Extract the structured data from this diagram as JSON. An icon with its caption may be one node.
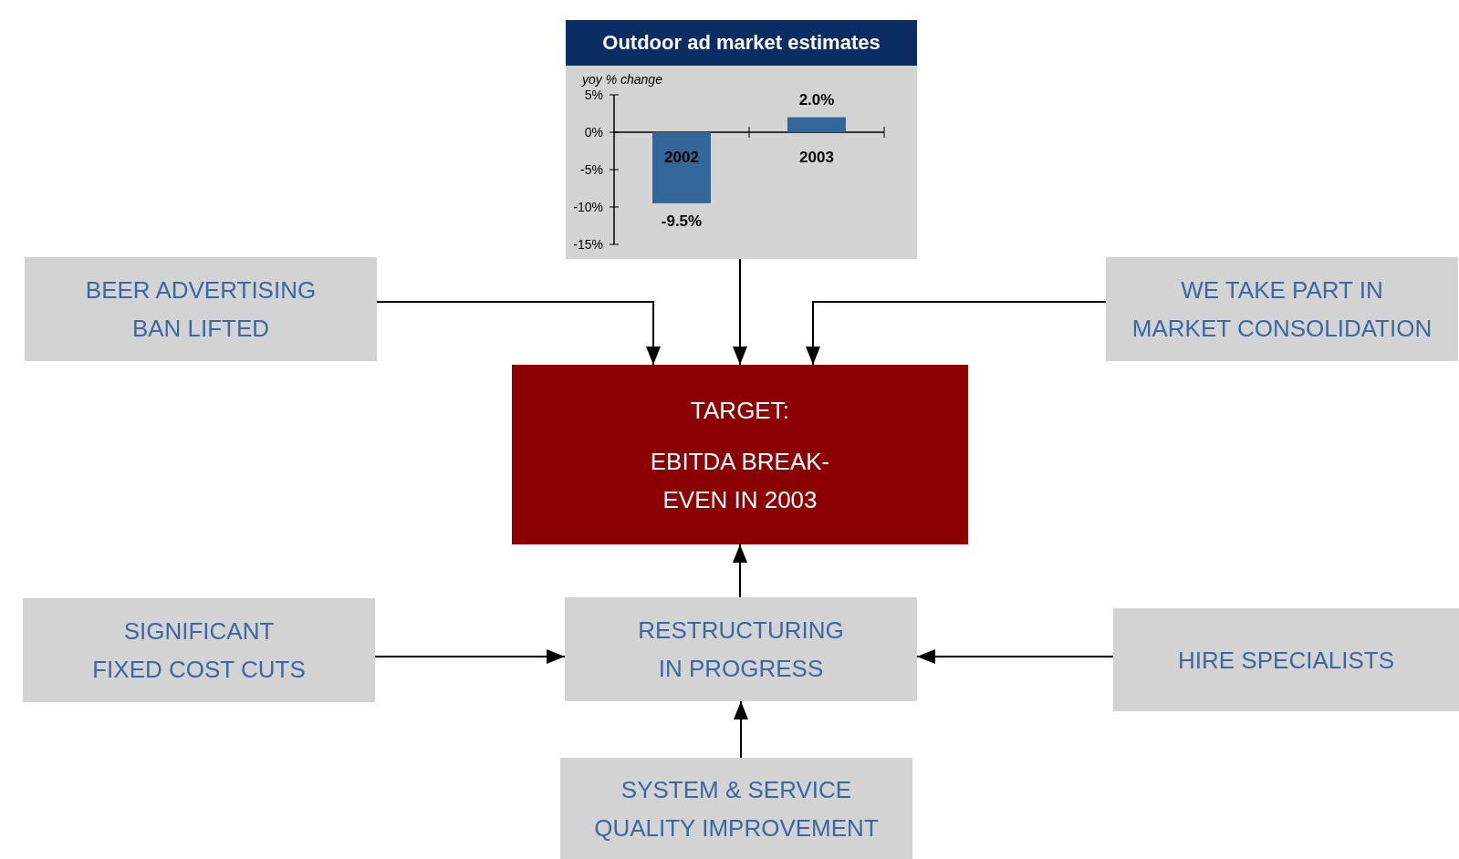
{
  "diagram": {
    "nodes": [
      {
        "text": [
          "Outdoor ad market estimates"
        ]
      },
      {
        "text": [
          "BEER ADVERTISING BAN LIFTED"
        ]
      },
      {
        "text": [
          "WE TAKE PART IN MARKET CONSOLIDATION"
        ]
      },
      {
        "text": [
          "TARGET:",
          "EBITDA BREAK-EVEN IN 2003"
        ]
      },
      {
        "text": [
          "SIGNIFICANT FIXED COST CUTS"
        ]
      },
      {
        "text": [
          "RESTRUCTURING IN PROGRESS"
        ]
      },
      {
        "text": [
          "HIRE SPECIALISTS"
        ]
      },
      {
        "text": [
          "SYSTEM & SERVICE QUALITY IMPROVEMENT"
        ]
      }
    ],
    "edges": [
      {
        "from": 1,
        "to": 3,
        "arrow": "to"
      },
      {
        "from": 0,
        "to": 3,
        "arrow": "to"
      },
      {
        "from": 2,
        "to": 3,
        "arrow": "to"
      },
      {
        "from": 5,
        "to": 3,
        "arrow": "to"
      },
      {
        "from": 4,
        "to": 5,
        "arrow": "to"
      },
      {
        "from": 6,
        "to": 5,
        "arrow": "to"
      },
      {
        "from": 7,
        "to": 5,
        "arrow": "to"
      }
    ],
    "chart_data": {
      "type": "bar",
      "ylabel": "yoy % change",
      "categories": [
        "2002",
        "2003"
      ],
      "values": [
        -9.5,
        2.0
      ],
      "ylim": [
        -15,
        5
      ],
      "yticks": [
        {
          "value": 5,
          "label": "5%"
        },
        {
          "value": 0,
          "label": "0%"
        },
        {
          "value": -5,
          "label": "-5%"
        },
        {
          "value": -10,
          "label": "-10%"
        },
        {
          "value": -15,
          "label": "-15%"
        }
      ],
      "value_labels": [
        "-9.5%",
        "2.0%"
      ]
    }
  }
}
